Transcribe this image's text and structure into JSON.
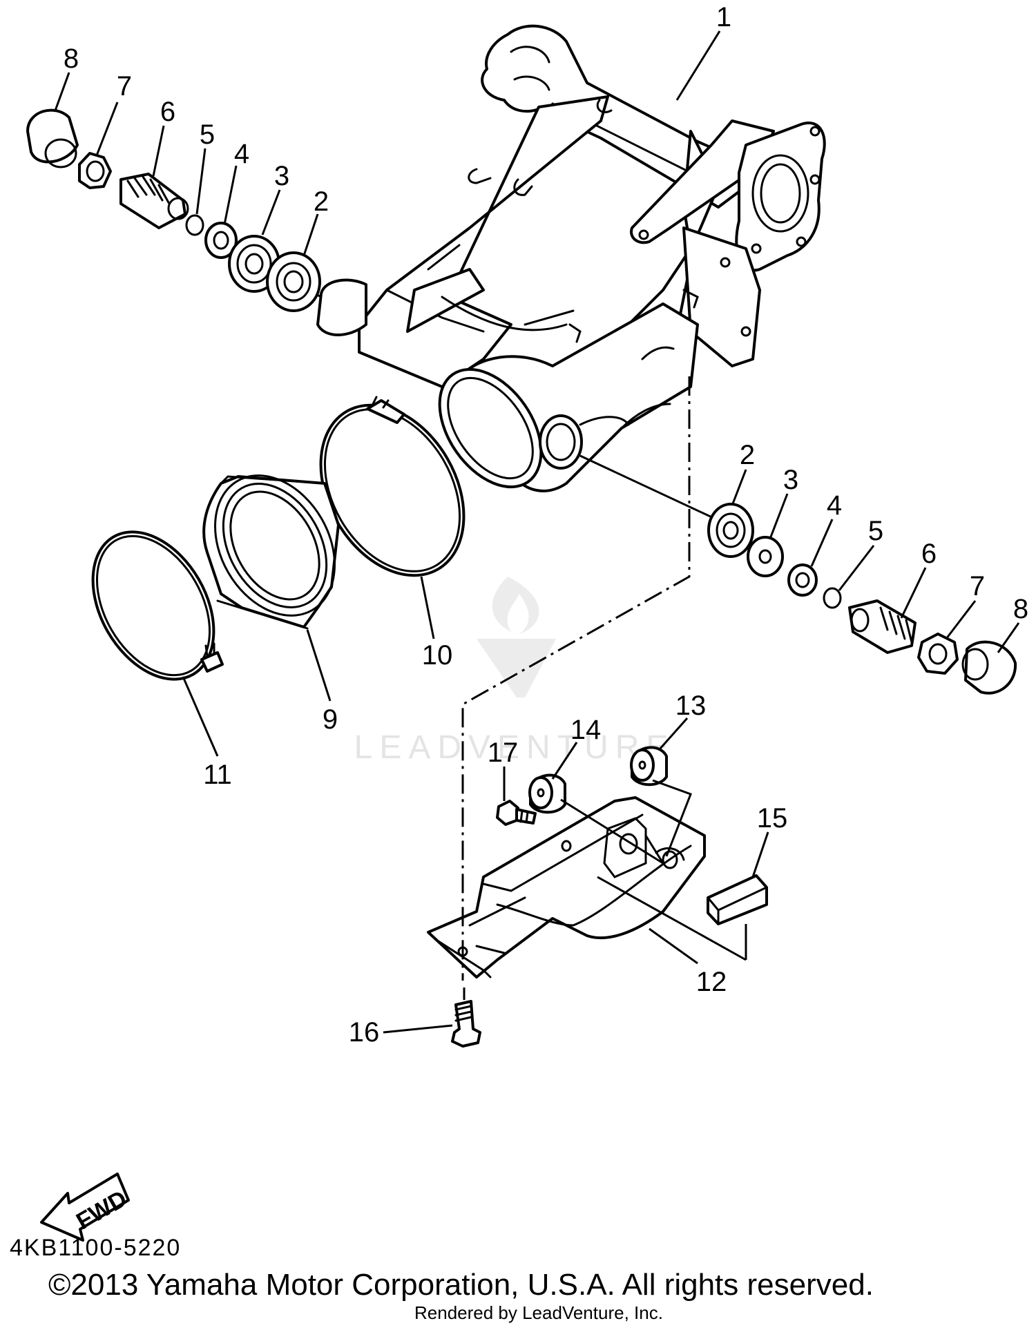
{
  "watermark": {
    "brand": "LEADVENTURE"
  },
  "fwd_label": "FWD",
  "diagram_code": "4KB1100-5220",
  "copyright": "©2013 Yamaha Motor Corporation, U.S.A. All rights reserved.",
  "rendered_by": "Rendered by LeadVenture, Inc.",
  "callouts": [
    {
      "id": "c1",
      "label": "1"
    },
    {
      "id": "c2a",
      "label": "2"
    },
    {
      "id": "c3a",
      "label": "3"
    },
    {
      "id": "c4a",
      "label": "4"
    },
    {
      "id": "c5a",
      "label": "5"
    },
    {
      "id": "c6a",
      "label": "6"
    },
    {
      "id": "c7a",
      "label": "7"
    },
    {
      "id": "c8a",
      "label": "8"
    },
    {
      "id": "c2b",
      "label": "2"
    },
    {
      "id": "c3b",
      "label": "3"
    },
    {
      "id": "c4b",
      "label": "4"
    },
    {
      "id": "c5b",
      "label": "5"
    },
    {
      "id": "c6b",
      "label": "6"
    },
    {
      "id": "c7b",
      "label": "7"
    },
    {
      "id": "c8b",
      "label": "8"
    },
    {
      "id": "c9",
      "label": "9"
    },
    {
      "id": "c10",
      "label": "10"
    },
    {
      "id": "c11",
      "label": "11"
    },
    {
      "id": "c12",
      "label": "12"
    },
    {
      "id": "c13",
      "label": "13"
    },
    {
      "id": "c14",
      "label": "14"
    },
    {
      "id": "c15",
      "label": "15"
    },
    {
      "id": "c16",
      "label": "16"
    },
    {
      "id": "c17",
      "label": "17"
    }
  ]
}
